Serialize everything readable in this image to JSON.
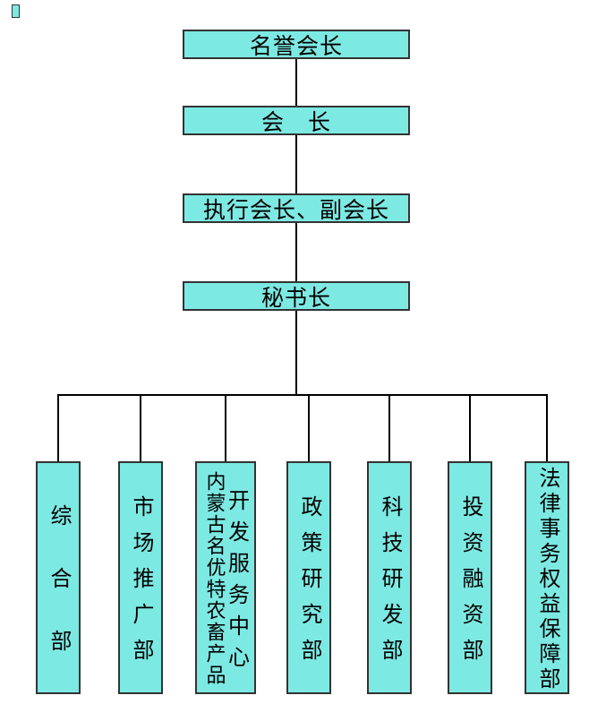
{
  "org": {
    "levels": [
      {
        "label": "名誉会长"
      },
      {
        "label": "会　长"
      },
      {
        "label": "执行会长、副会长"
      },
      {
        "label": "秘书长"
      }
    ],
    "departments": [
      {
        "label": "综合部"
      },
      {
        "label": "市场推广部"
      },
      {
        "label_col1": "内蒙古名优特农畜产品",
        "label_col2": "开发服务中心"
      },
      {
        "label": "政策研究部"
      },
      {
        "label": "科技研发部"
      },
      {
        "label": "投资融资部"
      },
      {
        "label": "法律事务权益保障部"
      }
    ],
    "colors": {
      "box_fill": "#7de9e3",
      "box_border": "#333333",
      "line": "#000000"
    }
  }
}
